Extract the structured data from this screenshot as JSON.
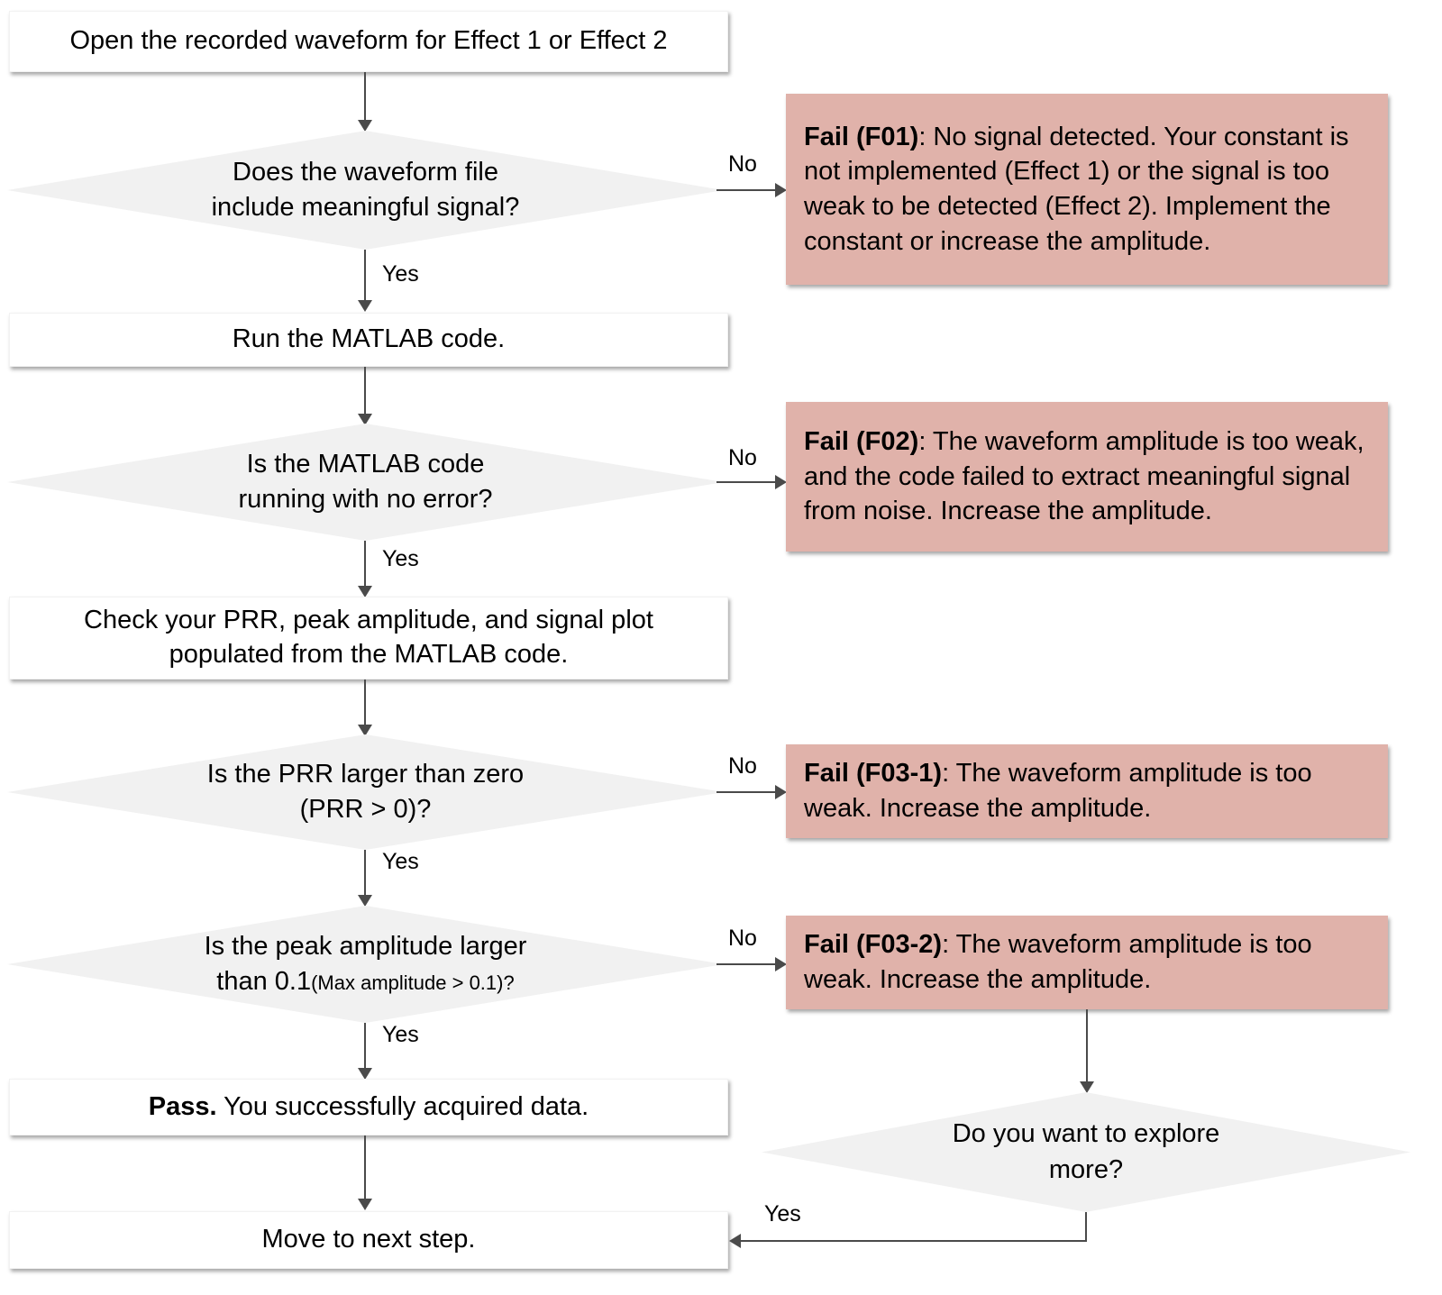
{
  "diagram": {
    "title": "Waveform acquisition troubleshooting flowchart",
    "colors": {
      "fail_fill": "#e0b2aa",
      "decision_fill": "#f1f1f1",
      "process_fill": "#ffffff",
      "connector": "#4a4a4a",
      "text": "#000000"
    },
    "nodes": {
      "start": {
        "type": "process",
        "text": "Open the recorded waveform for Effect 1 or Effect 2"
      },
      "d1": {
        "type": "decision",
        "line1": "Does the waveform file",
        "line2": "include meaningful signal?"
      },
      "p_run": {
        "type": "process",
        "text": "Run the MATLAB code."
      },
      "d2": {
        "type": "decision",
        "line1": "Is the MATLAB code",
        "line2": "running with no error?"
      },
      "p_check": {
        "type": "process",
        "line1": "Check your PRR, peak amplitude, and signal plot",
        "line2": "populated from the MATLAB code."
      },
      "d3": {
        "type": "decision",
        "line1": "Is the PRR  larger than zero",
        "line2": "(PRR > 0)?"
      },
      "d4": {
        "type": "decision",
        "line1": "Is the peak amplitude larger",
        "line2_main": "than 0.1",
        "line2_small": "(Max amplitude > 0.1)?"
      },
      "p_pass": {
        "type": "process",
        "bold": "Pass.",
        "rest": " You successfully acquired data."
      },
      "p_next": {
        "type": "process",
        "text": "Move to next step."
      },
      "d5": {
        "type": "decision",
        "line1": "Do you want to explore",
        "line2": "more?"
      },
      "f01": {
        "type": "fail",
        "bold": "Fail (F01)",
        "rest": ": No signal detected. Your constant is not implemented (Effect 1) or the signal is too weak to be detected (Effect 2). Implement the constant or increase the amplitude."
      },
      "f02": {
        "type": "fail",
        "bold": "Fail (F02)",
        "rest": ": The waveform amplitude is too weak, and the code failed to extract meaningful signal from noise. Increase the amplitude."
      },
      "f03_1": {
        "type": "fail",
        "bold": "Fail (F03-1)",
        "rest": ": The waveform amplitude is too weak. Increase the amplitude."
      },
      "f03_2": {
        "type": "fail",
        "bold": "Fail (F03-2)",
        "rest": ": The waveform amplitude is too weak. Increase the amplitude."
      }
    },
    "edge_labels": {
      "no1": "No",
      "yes1": "Yes",
      "no2": "No",
      "yes2": "Yes",
      "no3": "No",
      "yes3": "Yes",
      "no4": "No",
      "yes4": "Yes",
      "yes5": "Yes"
    }
  }
}
